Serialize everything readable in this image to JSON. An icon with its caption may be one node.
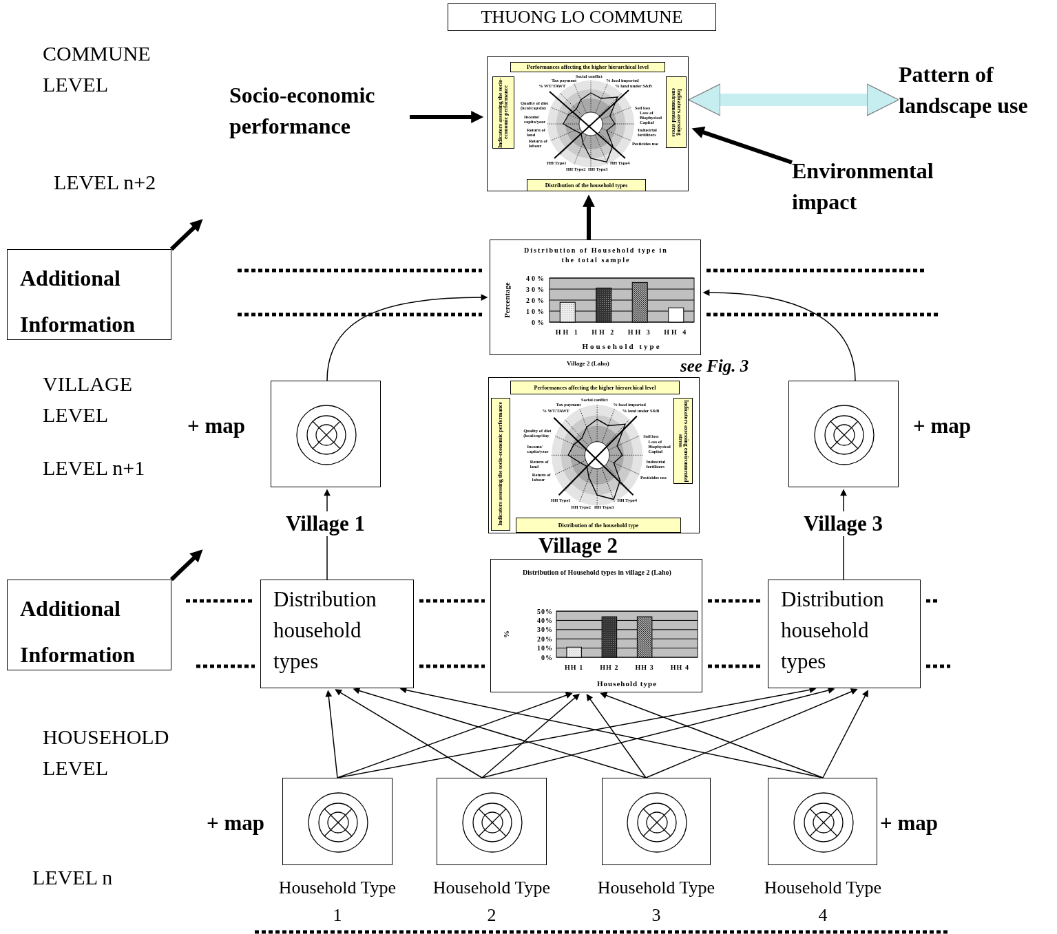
{
  "diagram": {
    "nodes": [
      {
        "text": [
          "THUONG LO COMMUNE"
        ]
      },
      {
        "text": [],
        "shape": "box"
      },
      {
        "text": [
          "Performances affecting the higher hierarchical level"
        ],
        "in": 1
      },
      {
        "text": [
          "Indicators assessing the socio-economic performance"
        ],
        "in": 1
      },
      {
        "text": [
          "Indicators assessing environmental stress"
        ],
        "in": 1
      },
      {
        "text": [
          "Distribution of the household types"
        ],
        "in": 1
      },
      {
        "text": [
          "Socio-economic performance"
        ]
      },
      {
        "text": [
          "Environmental impact"
        ]
      },
      {
        "text": [
          "Pattern of landscape use"
        ]
      },
      {
        "text": [
          "Additional Information"
        ]
      },
      {
        "text": [],
        "shape": "box"
      },
      {
        "text": [],
        "shape": "box",
        "beside": [
          "+ map"
        ]
      },
      {
        "text": [],
        "shape": "box"
      },
      {
        "text": [
          "Performances affecting the higher hierarchical level"
        ],
        "in": 12
      },
      {
        "text": [
          "Indicators assessing the socio-economic performance"
        ],
        "in": 12
      },
      {
        "text": [
          "Indicators assessing environmental stress"
        ],
        "in": 12
      },
      {
        "text": [
          "Distribution of the household type"
        ],
        "in": 12
      },
      {
        "text": [],
        "shape": "box",
        "beside": [
          "+ map"
        ]
      },
      {
        "text": [
          "Additional Information"
        ]
      },
      {
        "text": [
          "Distribution household types"
        ]
      },
      {
        "text": [],
        "shape": "box"
      },
      {
        "text": [
          "Distribution household types"
        ]
      },
      {
        "text": [],
        "shape": "box",
        "beside": [
          "+ map",
          "Household Type 1"
        ]
      },
      {
        "text": [],
        "shape": "box",
        "beside": [
          "Household Type 2"
        ]
      },
      {
        "text": [],
        "shape": "box",
        "beside": [
          "Household Type 3"
        ]
      },
      {
        "text": [],
        "shape": "box",
        "beside": [
          "+ map",
          "Household Type 4"
        ]
      }
    ],
    "edges": [
      {
        "from": 6,
        "to": 1,
        "arrow": "to",
        "style": "thick"
      },
      {
        "from": 7,
        "to": 1,
        "arrow": "to",
        "style": "thick"
      },
      {
        "from": 1,
        "to": 8,
        "arrow": "both",
        "style": "thick",
        "color": "#c6eef0"
      },
      {
        "from": 10,
        "to": 1,
        "arrow": "to",
        "style": "thick"
      },
      {
        "from": 9,
        "to": null,
        "arrow": "to",
        "style": "thick"
      },
      {
        "from": 11,
        "to": 10,
        "arrow": "to"
      },
      {
        "from": 17,
        "to": 10,
        "arrow": "to"
      },
      {
        "from": 18,
        "to": null,
        "arrow": "to",
        "style": "thick"
      },
      {
        "from": 19,
        "to": 11,
        "arrow": "to"
      },
      {
        "from": 21,
        "to": 17,
        "arrow": "to"
      },
      {
        "from": 22,
        "to": 19,
        "arrow": "to"
      },
      {
        "from": 22,
        "to": 20,
        "arrow": "to"
      },
      {
        "from": 22,
        "to": 21,
        "arrow": "to"
      },
      {
        "from": 23,
        "to": 19,
        "arrow": "to"
      },
      {
        "from": 23,
        "to": 20,
        "arrow": "to"
      },
      {
        "from": 23,
        "to": 21,
        "arrow": "to"
      },
      {
        "from": 24,
        "to": 19,
        "arrow": "to"
      },
      {
        "from": 24,
        "to": 20,
        "arrow": "to"
      },
      {
        "from": 24,
        "to": 21,
        "arrow": "to"
      },
      {
        "from": 25,
        "to": 19,
        "arrow": "to"
      },
      {
        "from": 25,
        "to": 20,
        "arrow": "to"
      },
      {
        "from": 25,
        "to": 21,
        "arrow": "to"
      }
    ],
    "labels": [
      "COMMUNE LEVEL",
      "Social conflict",
      "Tax payment",
      "% food imported",
      "% WT/TAWT",
      "% land under S&B",
      "Quality of diet (kcal/cap/day",
      "Soil loss",
      "Loss of Biophysical Capital",
      "Income/ capita/year",
      "Return of land",
      "Industrial fertilizers",
      "Return of labour",
      "Pesticides use",
      "HH Type1",
      "HH Type4",
      "HH Type2",
      "HH Type3",
      "LEVEL n+2",
      "Village 2 (Laho)",
      "see Fig. 3",
      "VILLAGE LEVEL",
      "LEVEL n+1",
      "Social conflict",
      "Tax payment",
      "% food imported",
      "% WT/TAWT",
      "% land under S&B",
      "Quality of diet (kcal/cap/day",
      "Soil loss",
      "Loss of Biophysical Capital",
      "Income/ capita/year",
      "Return of land",
      "Industrial fertilizers",
      "Return of labour",
      "Pesticides use",
      "HH Type1",
      "HH Type4",
      "HH Type2",
      "HH Type3",
      "Village 1",
      "Village 3",
      "Village 2",
      "HOUSEHOLD LEVEL",
      "LEVEL n"
    ],
    "chart_data": [
      {
        "type": "bar",
        "title": "Distribution of Household type in the total sample",
        "xlabel": "Household type",
        "ylabel": "Percentage",
        "categories": [
          "HH 1",
          "HH 2",
          "HH 3",
          "HH 4"
        ],
        "values": [
          18,
          31,
          36,
          13
        ],
        "ylim": [
          0,
          40
        ],
        "grid": true,
        "yticks": [
          {
            "value": 0,
            "label": "0%"
          },
          {
            "value": 10,
            "label": "10%"
          },
          {
            "value": 20,
            "label": "20%"
          },
          {
            "value": 30,
            "label": "30%"
          },
          {
            "value": 40,
            "label": "40%"
          }
        ]
      },
      {
        "type": "bar",
        "title": "Distribution of Household types in village 2 (Laho)",
        "xlabel": "Household type",
        "ylabel": "%",
        "categories": [
          "HH 1",
          "HH 2",
          "HH 3",
          "HH 4"
        ],
        "values": [
          11,
          44,
          44,
          0
        ],
        "ylim": [
          0,
          50
        ],
        "grid": true,
        "yticks": [
          {
            "value": 0,
            "label": "0%"
          },
          {
            "value": 10,
            "label": "10%"
          },
          {
            "value": 20,
            "label": "20%"
          },
          {
            "value": 30,
            "label": "30%"
          },
          {
            "value": 40,
            "label": "40%"
          },
          {
            "value": 50,
            "label": "50%"
          }
        ]
      }
    ]
  }
}
